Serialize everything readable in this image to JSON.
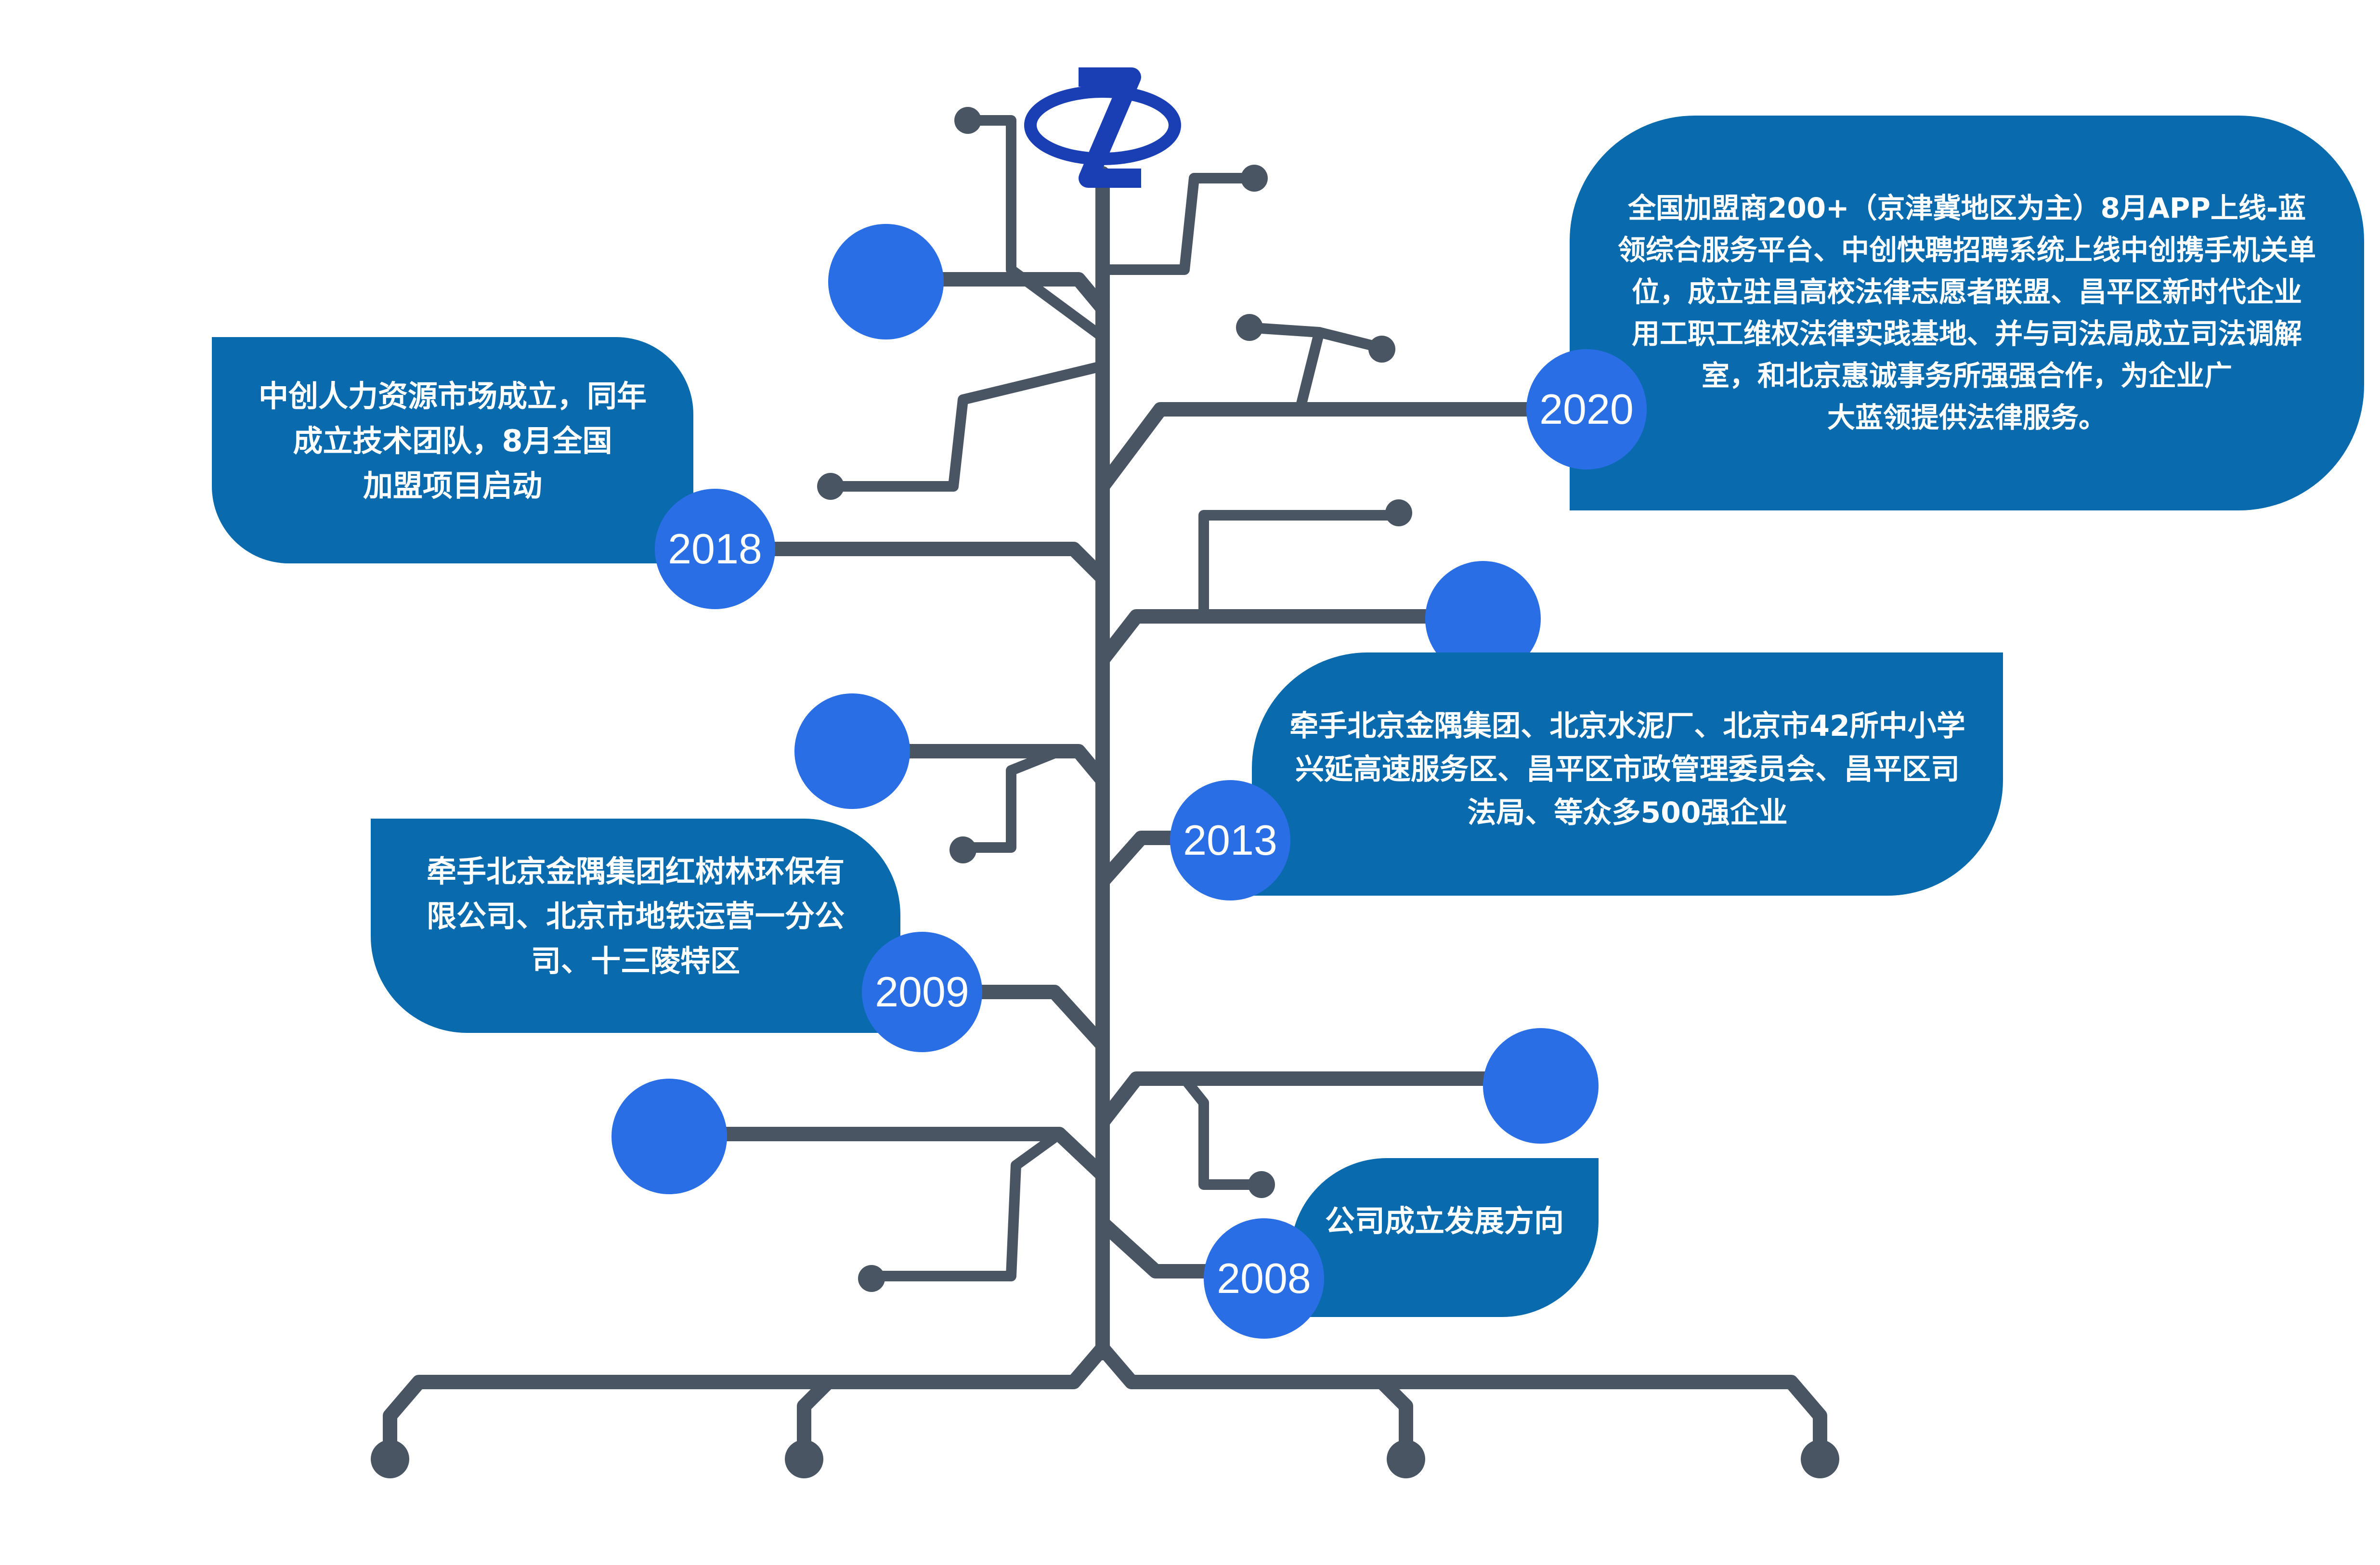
{
  "timeline": [
    {
      "year": "2008",
      "text": "公司成立发展方向"
    },
    {
      "year": "2009",
      "text": "牵手北京金隅集团红树林环保有\n限公司、北京市地铁运营一分公\n司、十三陵特区"
    },
    {
      "year": "2013",
      "text": "牵手北京金隅集团、北京水泥厂、北京市42所中小学\n兴延高速服务区、昌平区市政管理委员会、昌平区司\n法局、等众多500强企业"
    },
    {
      "year": "2018",
      "text": "中创人力资源市场成立，同年\n成立技术团队，8月全国\n加盟项目启动"
    },
    {
      "year": "2020",
      "text": "全国加盟商200+（京津冀地区为主）8月APP上线-蓝\n领综合服务平台、中创快聘招聘系统上线中创携手机关单\n位，成立驻昌高校法律志愿者联盟、昌平区新时代企业\n用工职工维权法律实践基地、并与司法局成立司法调解\n室，和北京惠诚事务所强强合作，为企业广\n大蓝领提供法律服务。"
    }
  ],
  "colors": {
    "box": "#0a6aae",
    "circle": "#2a6ee6",
    "trunk": "#4a5563"
  }
}
